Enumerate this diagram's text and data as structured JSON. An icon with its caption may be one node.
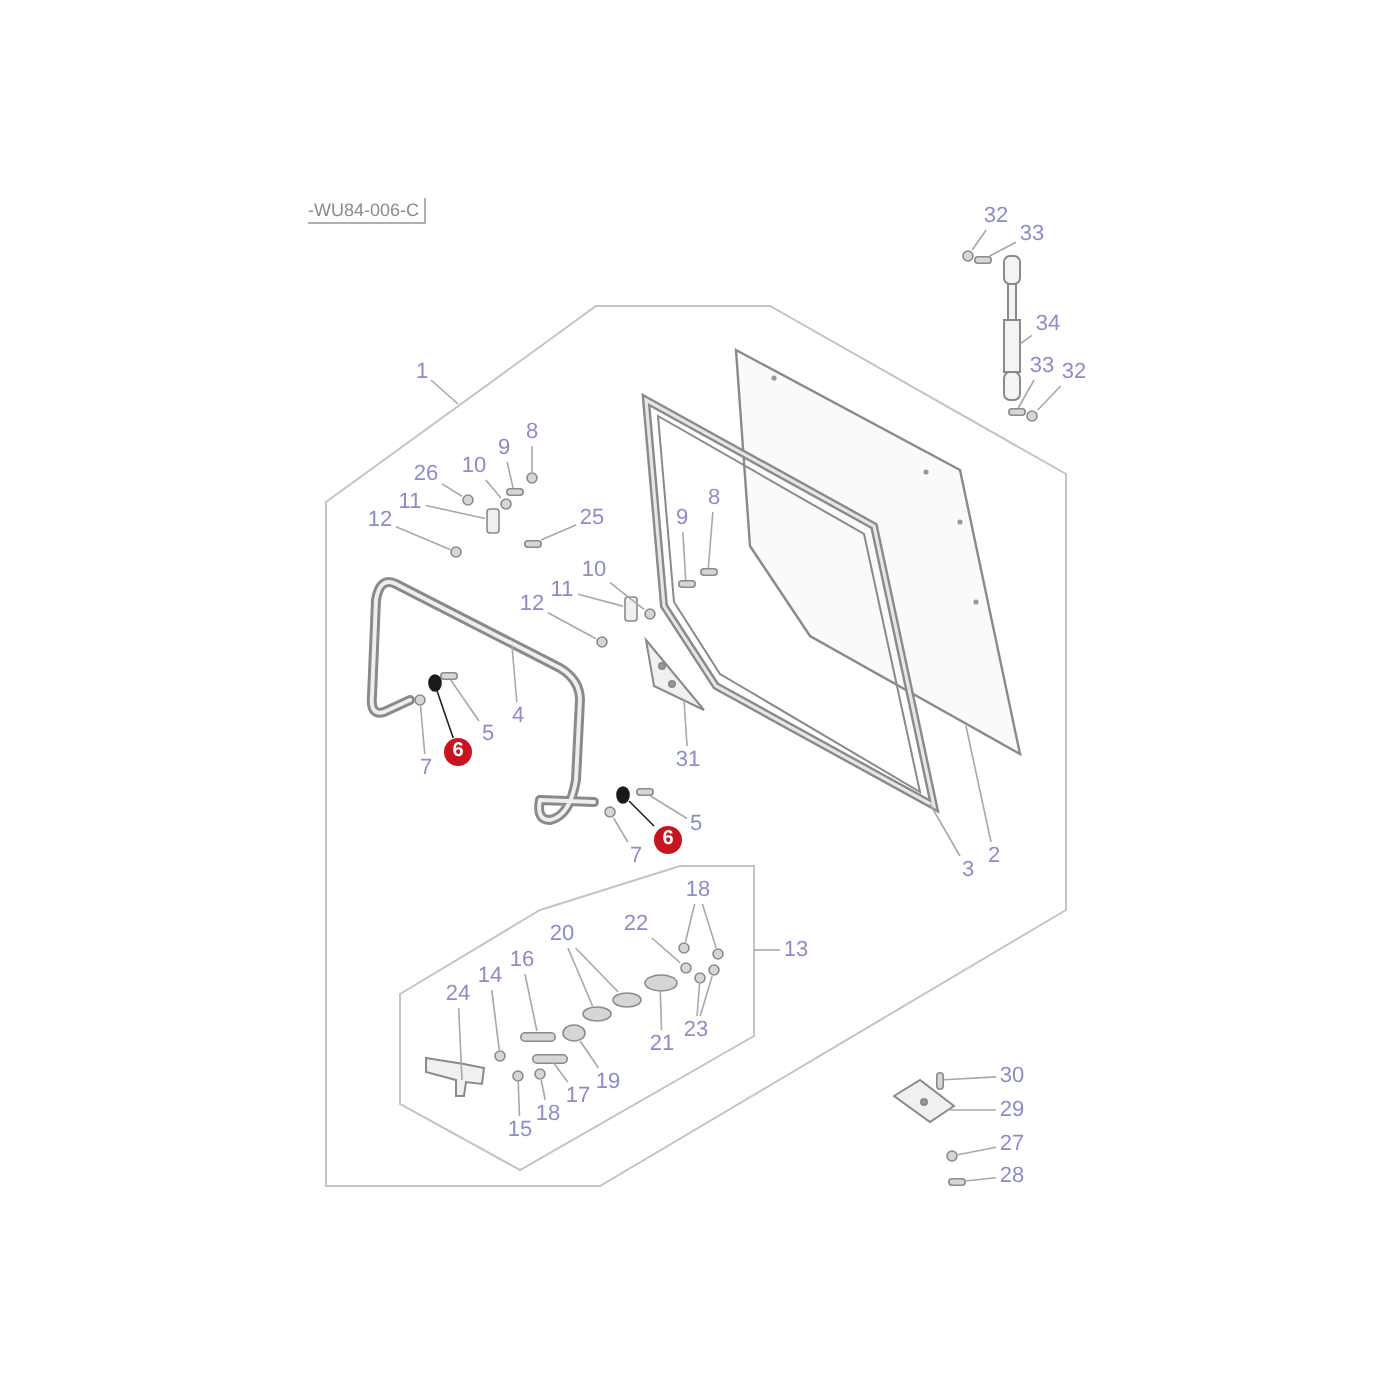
{
  "diagram": {
    "nodes": [
      {
        "text": [
          "32"
        ]
      },
      {
        "text": [
          "33"
        ]
      },
      {
        "text": [
          "34"
        ]
      },
      {
        "text": [
          "33"
        ]
      },
      {
        "text": [
          "32"
        ]
      },
      {
        "text": [
          "1"
        ]
      },
      {
        "text": [],
        "shape": "box"
      },
      {
        "text": [
          "8"
        ],
        "in": 6
      },
      {
        "text": [
          "9"
        ],
        "in": 6
      },
      {
        "text": [
          "10"
        ],
        "in": 6
      },
      {
        "text": [
          "26"
        ],
        "in": 6
      },
      {
        "text": [
          "11"
        ],
        "in": 6
      },
      {
        "text": [
          "8"
        ],
        "in": 73
      },
      {
        "text": [
          "12"
        ],
        "in": 6
      },
      {
        "text": [
          "25"
        ],
        "in": 6
      },
      {
        "text": [
          "9"
        ],
        "in": 73
      },
      {
        "text": [
          "10"
        ],
        "in": 6
      },
      {
        "text": [
          "11"
        ],
        "in": 64
      },
      {
        "text": [
          "12"
        ],
        "in": 64
      },
      {
        "text": [
          "4"
        ],
        "in": 64
      },
      {
        "text": [
          "5"
        ],
        "in": 64
      },
      {
        "text": [
          "6"
        ],
        "in": 64
      },
      {
        "text": [
          "31"
        ],
        "in": 73
      },
      {
        "text": [
          "7"
        ],
        "in": 64
      },
      {
        "text": [
          "5"
        ],
        "in": 6
      },
      {
        "text": [
          "6"
        ],
        "in": 6
      },
      {
        "text": [
          "2"
        ],
        "in": 6
      },
      {
        "text": [
          "7"
        ],
        "in": 6
      },
      {
        "text": [
          "3"
        ],
        "in": 6
      },
      {
        "text": [],
        "shape": "box",
        "in": 6
      },
      {
        "text": [
          "18"
        ],
        "in": 29
      },
      {
        "text": [
          "22"
        ],
        "in": 29
      },
      {
        "text": [
          "20"
        ],
        "in": 29
      },
      {
        "text": [
          "13"
        ],
        "in": 6
      },
      {
        "text": [
          "16"
        ],
        "in": 29
      },
      {
        "text": [
          "14"
        ],
        "in": 29
      },
      {
        "text": [
          "24"
        ],
        "in": 29
      },
      {
        "text": [
          "23"
        ],
        "in": 29
      },
      {
        "text": [
          "21"
        ],
        "in": 29
      },
      {
        "text": [
          "30"
        ]
      },
      {
        "text": [
          "19"
        ],
        "in": 29
      },
      {
        "text": [
          "17"
        ],
        "in": 29
      },
      {
        "text": [
          "29"
        ]
      },
      {
        "text": [
          "18"
        ],
        "in": 29
      },
      {
        "text": [
          "15"
        ],
        "in": 29
      },
      {
        "text": [
          "27"
        ]
      },
      {
        "text": [
          "28"
        ]
      },
      {
        "text": [],
        "shape": "circle"
      },
      {
        "text": [],
        "shape": "bar"
      },
      {
        "text": [],
        "shape": "picture"
      },
      {
        "text": [],
        "shape": "bar"
      },
      {
        "text": [],
        "shape": "circle"
      },
      {
        "text": [],
        "shape": "circle",
        "in": 6
      },
      {
        "text": [],
        "shape": "bar",
        "in": 6
      },
      {
        "text": [],
        "shape": "circle",
        "in": 6
      },
      {
        "text": [],
        "shape": "circle",
        "in": 6
      },
      {
        "text": [],
        "shape": "box",
        "in": 6
      },
      {
        "text": [],
        "shape": "bar",
        "in": 73
      },
      {
        "text": [],
        "shape": "circle",
        "in": 6
      },
      {
        "text": [],
        "shape": "bar",
        "in": 6
      },
      {
        "text": [],
        "shape": "bar",
        "in": 73
      },
      {
        "text": [],
        "shape": "circle",
        "in": 73
      },
      {
        "text": [],
        "shape": "box",
        "in": 6
      },
      {
        "text": [],
        "shape": "circle",
        "in": 6
      },
      {
        "text": [],
        "shape": "picture",
        "in": 6
      },
      {
        "text": [],
        "shape": "bar",
        "in": 64
      },
      {
        "text": [],
        "shape": "circle",
        "in": 64
      },
      {
        "text": [],
        "shape": "picture",
        "in": 73
      },
      {
        "text": [],
        "shape": "circle",
        "in": 64
      },
      {
        "text": [],
        "shape": "bar",
        "in": 6
      },
      {
        "text": [],
        "shape": "circle",
        "in": 6
      },
      {
        "text": [],
        "shape": "picture",
        "in": 6
      },
      {
        "text": [],
        "shape": "circle",
        "in": 6
      },
      {
        "text": [],
        "shape": "picture",
        "in": 6
      },
      {
        "text": [],
        "shape": "circle",
        "in": 29
      },
      {
        "text": [],
        "shape": "circle",
        "in": 29
      },
      {
        "text": [],
        "shape": "circle",
        "in": 29
      },
      {
        "text": [],
        "shape": "circle",
        "in": 29
      },
      {
        "text": [],
        "shape": "circle",
        "in": 29
      },
      {
        "text": [],
        "shape": "bar",
        "in": 29
      },
      {
        "text": [],
        "shape": "circle",
        "in": 29
      },
      {
        "text": [],
        "shape": "picture",
        "in": 29
      },
      {
        "text": [],
        "shape": "circle",
        "in": 29
      },
      {
        "text": [],
        "shape": "circle",
        "in": 29
      },
      {
        "text": [],
        "shape": "circle",
        "in": 29
      },
      {
        "text": [],
        "shape": "bar"
      },
      {
        "text": [],
        "shape": "circle",
        "in": 29
      },
      {
        "text": [],
        "shape": "bar",
        "in": 29
      },
      {
        "text": [],
        "shape": "picture"
      },
      {
        "text": [],
        "shape": "circle",
        "in": 29
      },
      {
        "text": [],
        "shape": "circle",
        "in": 29
      },
      {
        "text": [],
        "shape": "circle"
      },
      {
        "text": [],
        "shape": "bar"
      }
    ],
    "edges": [
      {
        "from": 0,
        "to": 47,
        "arrow": "none"
      },
      {
        "from": 1,
        "to": 48,
        "arrow": "none"
      },
      {
        "from": 2,
        "to": 49,
        "arrow": "none"
      },
      {
        "from": 3,
        "to": 50,
        "arrow": "none"
      },
      {
        "from": 4,
        "to": 51,
        "arrow": "none"
      },
      {
        "from": 5,
        "to": 6,
        "arrow": "none"
      },
      {
        "from": 7,
        "to": 52,
        "arrow": "none"
      },
      {
        "from": 8,
        "to": 53,
        "arrow": "none"
      },
      {
        "from": 9,
        "to": 54,
        "arrow": "none"
      },
      {
        "from": 10,
        "to": 55,
        "arrow": "none"
      },
      {
        "from": 11,
        "to": 56,
        "arrow": "none"
      },
      {
        "from": 12,
        "to": 57,
        "arrow": "none"
      },
      {
        "from": 13,
        "to": 58,
        "arrow": "none"
      },
      {
        "from": 14,
        "to": 59,
        "arrow": "none"
      },
      {
        "from": 15,
        "to": 60,
        "arrow": "none"
      },
      {
        "from": 16,
        "to": 61,
        "arrow": "none"
      },
      {
        "from": 17,
        "to": 62,
        "arrow": "none"
      },
      {
        "from": 18,
        "to": 63,
        "arrow": "none"
      },
      {
        "from": 19,
        "to": 64,
        "arrow": "none"
      },
      {
        "from": 20,
        "to": 65,
        "arrow": "none"
      },
      {
        "from": 21,
        "to": 66,
        "arrow": "none",
        "color": "#222222"
      },
      {
        "from": 22,
        "to": 67,
        "arrow": "none"
      },
      {
        "from": 23,
        "to": 68,
        "arrow": "none"
      },
      {
        "from": 24,
        "to": 69,
        "arrow": "none"
      },
      {
        "from": 25,
        "to": 70,
        "arrow": "none",
        "color": "#222222"
      },
      {
        "from": 26,
        "to": 71,
        "arrow": "none"
      },
      {
        "from": 27,
        "to": 72,
        "arrow": "none"
      },
      {
        "from": 28,
        "to": 73,
        "arrow": "none"
      },
      {
        "from": 30,
        "to": 74,
        "arrow": "none"
      },
      {
        "from": 30,
        "to": 75,
        "arrow": "none"
      },
      {
        "from": 31,
        "to": 76,
        "arrow": "none"
      },
      {
        "from": 32,
        "to": 77,
        "arrow": "none"
      },
      {
        "from": 32,
        "to": 78,
        "arrow": "none"
      },
      {
        "from": 33,
        "to": 29,
        "arrow": "none"
      },
      {
        "from": 34,
        "to": 79,
        "arrow": "none"
      },
      {
        "from": 35,
        "to": 80,
        "arrow": "none"
      },
      {
        "from": 36,
        "to": 81,
        "arrow": "none"
      },
      {
        "from": 37,
        "to": 82,
        "arrow": "none"
      },
      {
        "from": 37,
        "to": 83,
        "arrow": "none"
      },
      {
        "from": 38,
        "to": 84,
        "arrow": "none"
      },
      {
        "from": 39,
        "to": 85,
        "arrow": "none"
      },
      {
        "from": 40,
        "to": 86,
        "arrow": "none"
      },
      {
        "from": 41,
        "to": 87,
        "arrow": "none"
      },
      {
        "from": 42,
        "to": 88,
        "arrow": "none"
      },
      {
        "from": 43,
        "to": 89,
        "arrow": "none"
      },
      {
        "from": 44,
        "to": 90,
        "arrow": "none"
      },
      {
        "from": 45,
        "to": 91,
        "arrow": "none"
      },
      {
        "from": 46,
        "to": 92,
        "arrow": "none"
      }
    ],
    "labels": [
      "-WU84-006-C"
    ]
  }
}
